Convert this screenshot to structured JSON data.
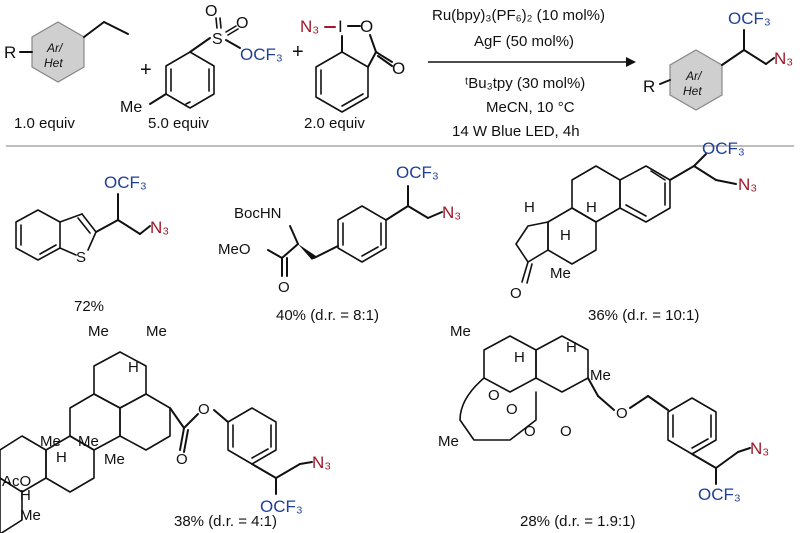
{
  "reaction": {
    "reagent_styrene_R": "R",
    "reagent_styrene_ring": [
      "Ar/",
      "Het"
    ],
    "reagent_styrene_equiv": "1.0 equiv",
    "plus1": "+",
    "reagent_sulfonate_group": "OCF₃",
    "reagent_sulfonate_S": "S",
    "reagent_sulfonate_O1": "O",
    "reagent_sulfonate_O2": "O",
    "reagent_sulfonate_Me": "Me",
    "reagent_sulfonate_equiv": "5.0 equiv",
    "plus2": "+",
    "reagent_azide_N3": "N₃",
    "reagent_azide_I": "I",
    "reagent_azide_O1": "O",
    "reagent_azide_O2": "O",
    "reagent_azide_equiv": "2.0 equiv",
    "conditions_above": [
      "Ru(bpy)₃(PF₆)₂ (10 mol%)",
      "AgF (50 mol%)"
    ],
    "conditions_below": [
      "ᵗBu₃tpy (30 mol%)",
      "MeCN, 10 °C",
      "14 W Blue LED, 4h"
    ],
    "product_R": "R",
    "product_ring": [
      "Ar/",
      "Het"
    ],
    "product_OCF3": "OCF₃",
    "product_N3": "N₃"
  },
  "products": [
    {
      "id": "benzothiophene",
      "OCF3": "OCF₃",
      "N3": "N₃",
      "S": "S",
      "yield": "72%"
    },
    {
      "id": "phenylalanine",
      "OCF3": "OCF₃",
      "N3": "N₃",
      "BocHN": "BocHN",
      "MeO": "MeO",
      "O": "O",
      "yield": "40% (d.r. = 8:1)"
    },
    {
      "id": "estrone",
      "OCF3": "OCF₃",
      "N3": "N₃",
      "H1": "H",
      "H2": "H",
      "H3": "H",
      "O": "O",
      "Me": "Me",
      "yield": "36% (d.r. = 10:1)"
    },
    {
      "id": "triterpenoid",
      "OCF3": "OCF₃",
      "N3": "N₃",
      "AcO": "AcO",
      "Me": "Me",
      "H": "H",
      "O1": "O",
      "O2": "O",
      "yield": "38% (d.r. = 4:1)"
    },
    {
      "id": "artemisinin",
      "OCF3": "OCF₃",
      "N3": "N₃",
      "Me": "Me",
      "H": "H",
      "O": "O",
      "yield": "28% (d.r. = 1.9:1)"
    }
  ],
  "colors": {
    "azide": "#a0182a",
    "ocf3": "#1f3f9a",
    "ring_fill": "#cfcfcf",
    "divider": "#bdbdbd"
  }
}
